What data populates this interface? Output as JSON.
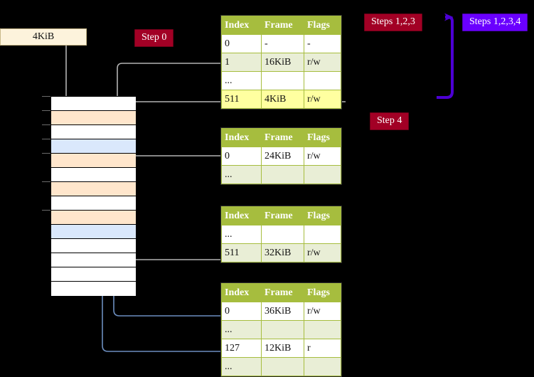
{
  "badges": {
    "step0": "Step 0",
    "steps123": "Steps 1,2,3",
    "steps1234": "Steps 1,2,3,4",
    "step4": "Step 4"
  },
  "colors": {
    "badge_red": "#a20025",
    "badge_blue": "#6a00ff",
    "table_header": "#a6bd3e",
    "table_alt_row": "#e9eed6",
    "highlight": "#ffffa0",
    "mem_orange": "#ffe6cc",
    "mem_blue": "#dae8fc",
    "kib_box": "#fdf3dc",
    "wire_gray": "#b3b3b3",
    "wire_blue": "#6c8ebf"
  },
  "size_label": {
    "text": "4KiB"
  },
  "memory": {
    "cells": [
      {
        "fill": "#ffffff"
      },
      {
        "fill": "#ffe6cc"
      },
      {
        "fill": "#ffffff"
      },
      {
        "fill": "#dae8fc"
      },
      {
        "fill": "#ffe6cc"
      },
      {
        "fill": "#ffffff"
      },
      {
        "fill": "#ffe6cc"
      },
      {
        "fill": "#ffffff"
      },
      {
        "fill": "#ffe6cc"
      },
      {
        "fill": "#dae8fc"
      },
      {
        "fill": "#ffffff"
      },
      {
        "fill": "#ffffff"
      },
      {
        "fill": "#ffffff"
      },
      {
        "fill": "#ffffff"
      }
    ]
  },
  "tables": [
    {
      "name": "pml4-table",
      "headers": [
        "Index",
        "Frame",
        "Flags"
      ],
      "rows": [
        {
          "cells": [
            "0",
            "-",
            "-"
          ],
          "style": "white",
          "highlight": false
        },
        {
          "cells": [
            "1",
            "16KiB",
            "r/w"
          ],
          "style": "green",
          "highlight": false
        },
        {
          "cells": [
            "...",
            "",
            ""
          ],
          "style": "white",
          "highlight": false
        },
        {
          "cells": [
            "511",
            "4KiB",
            "r/w"
          ],
          "style": "green",
          "highlight": true
        }
      ]
    },
    {
      "name": "pdp-table",
      "headers": [
        "Index",
        "Frame",
        "Flags"
      ],
      "rows": [
        {
          "cells": [
            "0",
            "24KiB",
            "r/w"
          ],
          "style": "white",
          "highlight": false
        },
        {
          "cells": [
            "...",
            "",
            ""
          ],
          "style": "green",
          "highlight": false
        }
      ]
    },
    {
      "name": "pd-table",
      "headers": [
        "Index",
        "Frame",
        "Flags"
      ],
      "rows": [
        {
          "cells": [
            "...",
            "",
            ""
          ],
          "style": "white",
          "highlight": false
        },
        {
          "cells": [
            "511",
            "32KiB",
            "r/w"
          ],
          "style": "green",
          "highlight": false
        }
      ]
    },
    {
      "name": "pt-table",
      "headers": [
        "Index",
        "Frame",
        "Flags"
      ],
      "rows": [
        {
          "cells": [
            "0",
            "36KiB",
            "r/w"
          ],
          "style": "white",
          "highlight": false
        },
        {
          "cells": [
            "...",
            "",
            ""
          ],
          "style": "green",
          "highlight": false
        },
        {
          "cells": [
            "127",
            "12KiB",
            "r"
          ],
          "style": "white",
          "highlight": false
        },
        {
          "cells": [
            "...",
            "",
            ""
          ],
          "style": "green",
          "highlight": false
        }
      ]
    }
  ]
}
